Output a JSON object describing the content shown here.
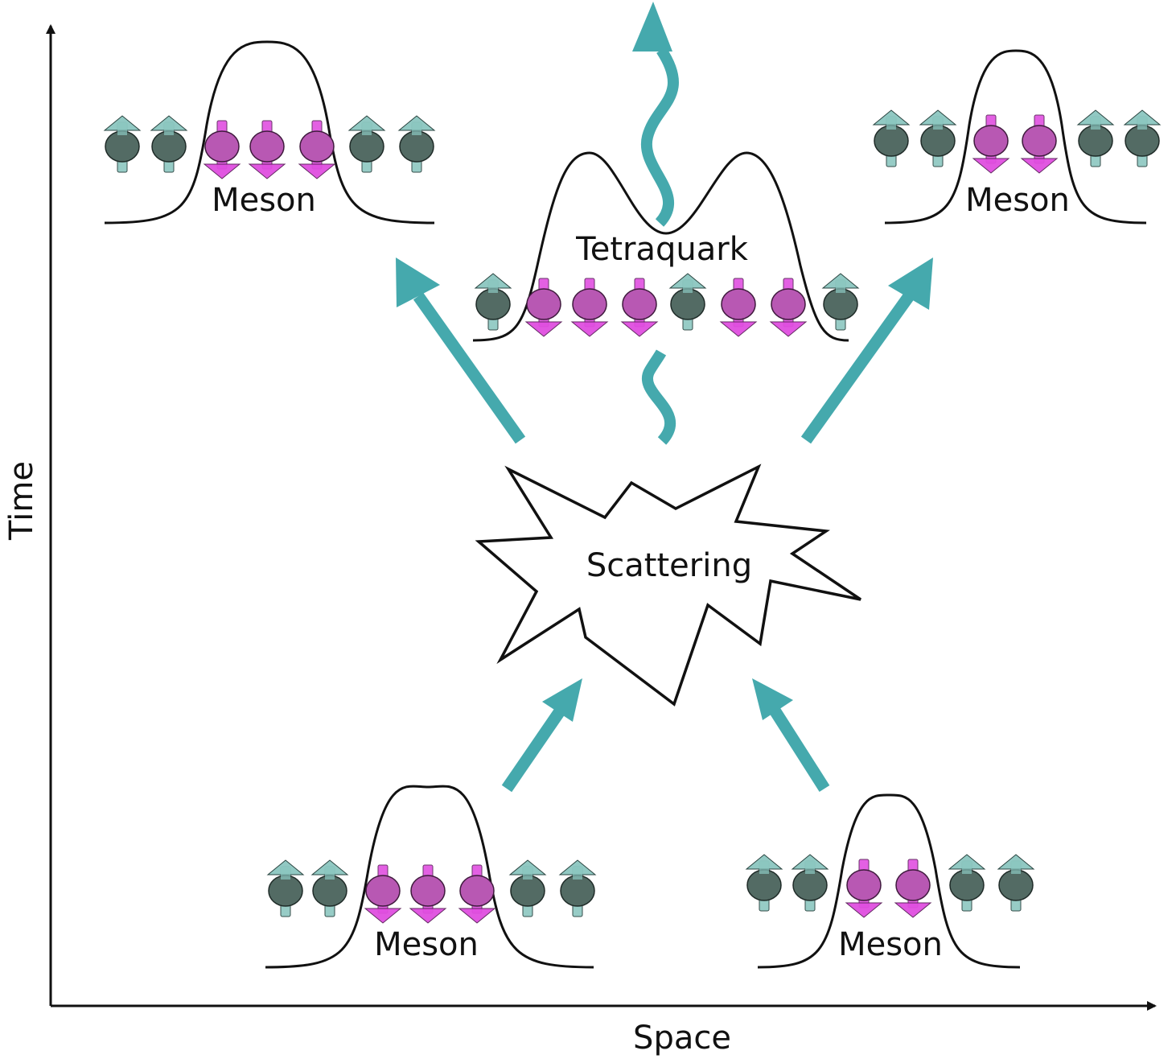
{
  "axes": {
    "x_label": "Space",
    "y_label": "Time"
  },
  "nodes": {
    "scatter_label": "Scattering",
    "tetraquark_label": "Tetraquark",
    "meson_bottom_left_label": "Meson",
    "meson_bottom_right_label": "Meson",
    "meson_top_left_label": "Meson",
    "meson_top_right_label": "Meson"
  },
  "colors": {
    "arrow": "#45a9ad",
    "spin_up_ball": "#536b64",
    "spin_up_tip": "#8cc7c0",
    "spin_down_ball": "#b858b3",
    "spin_down_tip": "#e04fe0",
    "outline": "#111111"
  },
  "spin_chains": {
    "meson_bottom_left": [
      "up",
      "up",
      "down",
      "down",
      "down",
      "up",
      "up"
    ],
    "meson_bottom_right": [
      "up",
      "up",
      "down",
      "down",
      "up",
      "up"
    ],
    "meson_top_left": [
      "up",
      "up",
      "down",
      "down",
      "down",
      "up",
      "up"
    ],
    "meson_top_right": [
      "up",
      "up",
      "down",
      "down",
      "up",
      "up"
    ],
    "tetraquark": [
      "up",
      "down",
      "down",
      "down",
      "up",
      "down",
      "down",
      "up"
    ]
  }
}
